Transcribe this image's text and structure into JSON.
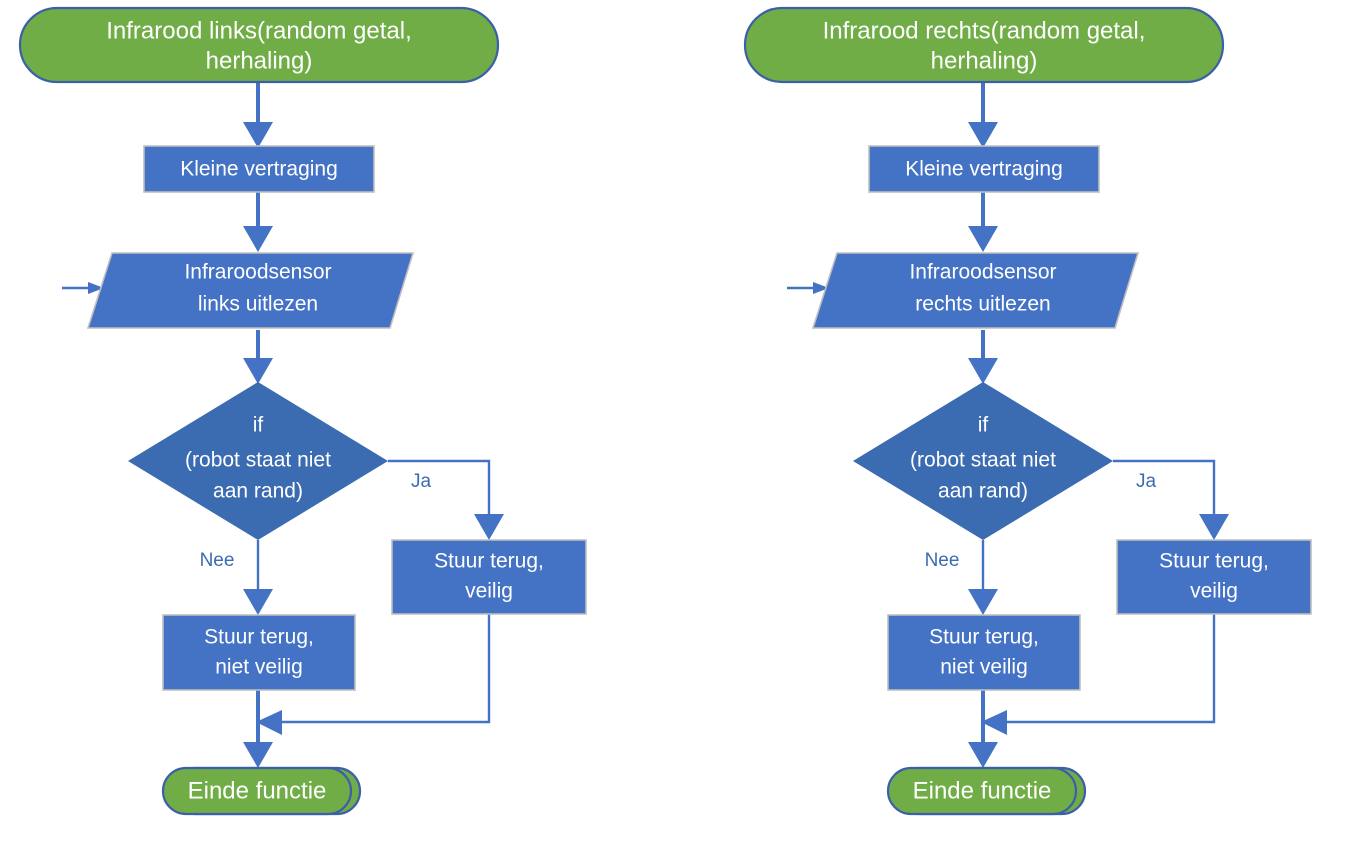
{
  "diagram": {
    "title": "Infrarood sensor flowcharts",
    "background_color": "#FFFFFF",
    "colors": {
      "terminal_fill": "#70AD47",
      "terminal_border": "#3B5FA8",
      "process_fill": "#4472C4",
      "process_border": "#BFBFBF",
      "decision_fill": "#3B6BB0",
      "connector": "#4472C4",
      "label_text": "#3B6BB0",
      "node_text": "#FFFFFF"
    }
  },
  "charts": [
    {
      "id": "left",
      "name": "infrarood-links-flowchart",
      "nodes": {
        "start": {
          "shape": "terminal",
          "line1": "Infrarood links(random getal,",
          "line2": "herhaling)"
        },
        "delay": {
          "shape": "process",
          "line1": "Kleine vertraging"
        },
        "sensor": {
          "shape": "input-output",
          "line1": "Infraroodsensor",
          "line2": "links uitlezen"
        },
        "decision": {
          "shape": "decision",
          "line1": "if",
          "line2": "(robot staat niet",
          "line3": "aan rand)"
        },
        "return_safe": {
          "shape": "process",
          "line1": "Stuur terug,",
          "line2": "veilig"
        },
        "return_unsafe": {
          "shape": "process",
          "line1": "Stuur terug,",
          "line2": "niet veilig"
        },
        "end": {
          "shape": "terminal",
          "line1": "Einde functie"
        }
      },
      "edge_labels": {
        "yes": "Ja",
        "no": "Nee"
      }
    },
    {
      "id": "right",
      "name": "infrarood-rechts-flowchart",
      "nodes": {
        "start": {
          "shape": "terminal",
          "line1": "Infrarood rechts(random getal,",
          "line2": "herhaling)"
        },
        "delay": {
          "shape": "process",
          "line1": "Kleine vertraging"
        },
        "sensor": {
          "shape": "input-output",
          "line1": "Infraroodsensor",
          "line2": "rechts uitlezen"
        },
        "decision": {
          "shape": "decision",
          "line1": "if",
          "line2": "(robot staat niet",
          "line3": "aan rand)"
        },
        "return_safe": {
          "shape": "process",
          "line1": "Stuur terug,",
          "line2": "veilig"
        },
        "return_unsafe": {
          "shape": "process",
          "line1": "Stuur terug,",
          "line2": "niet veilig"
        },
        "end": {
          "shape": "terminal",
          "line1": "Einde functie"
        }
      },
      "edge_labels": {
        "yes": "Ja",
        "no": "Nee"
      }
    }
  ]
}
